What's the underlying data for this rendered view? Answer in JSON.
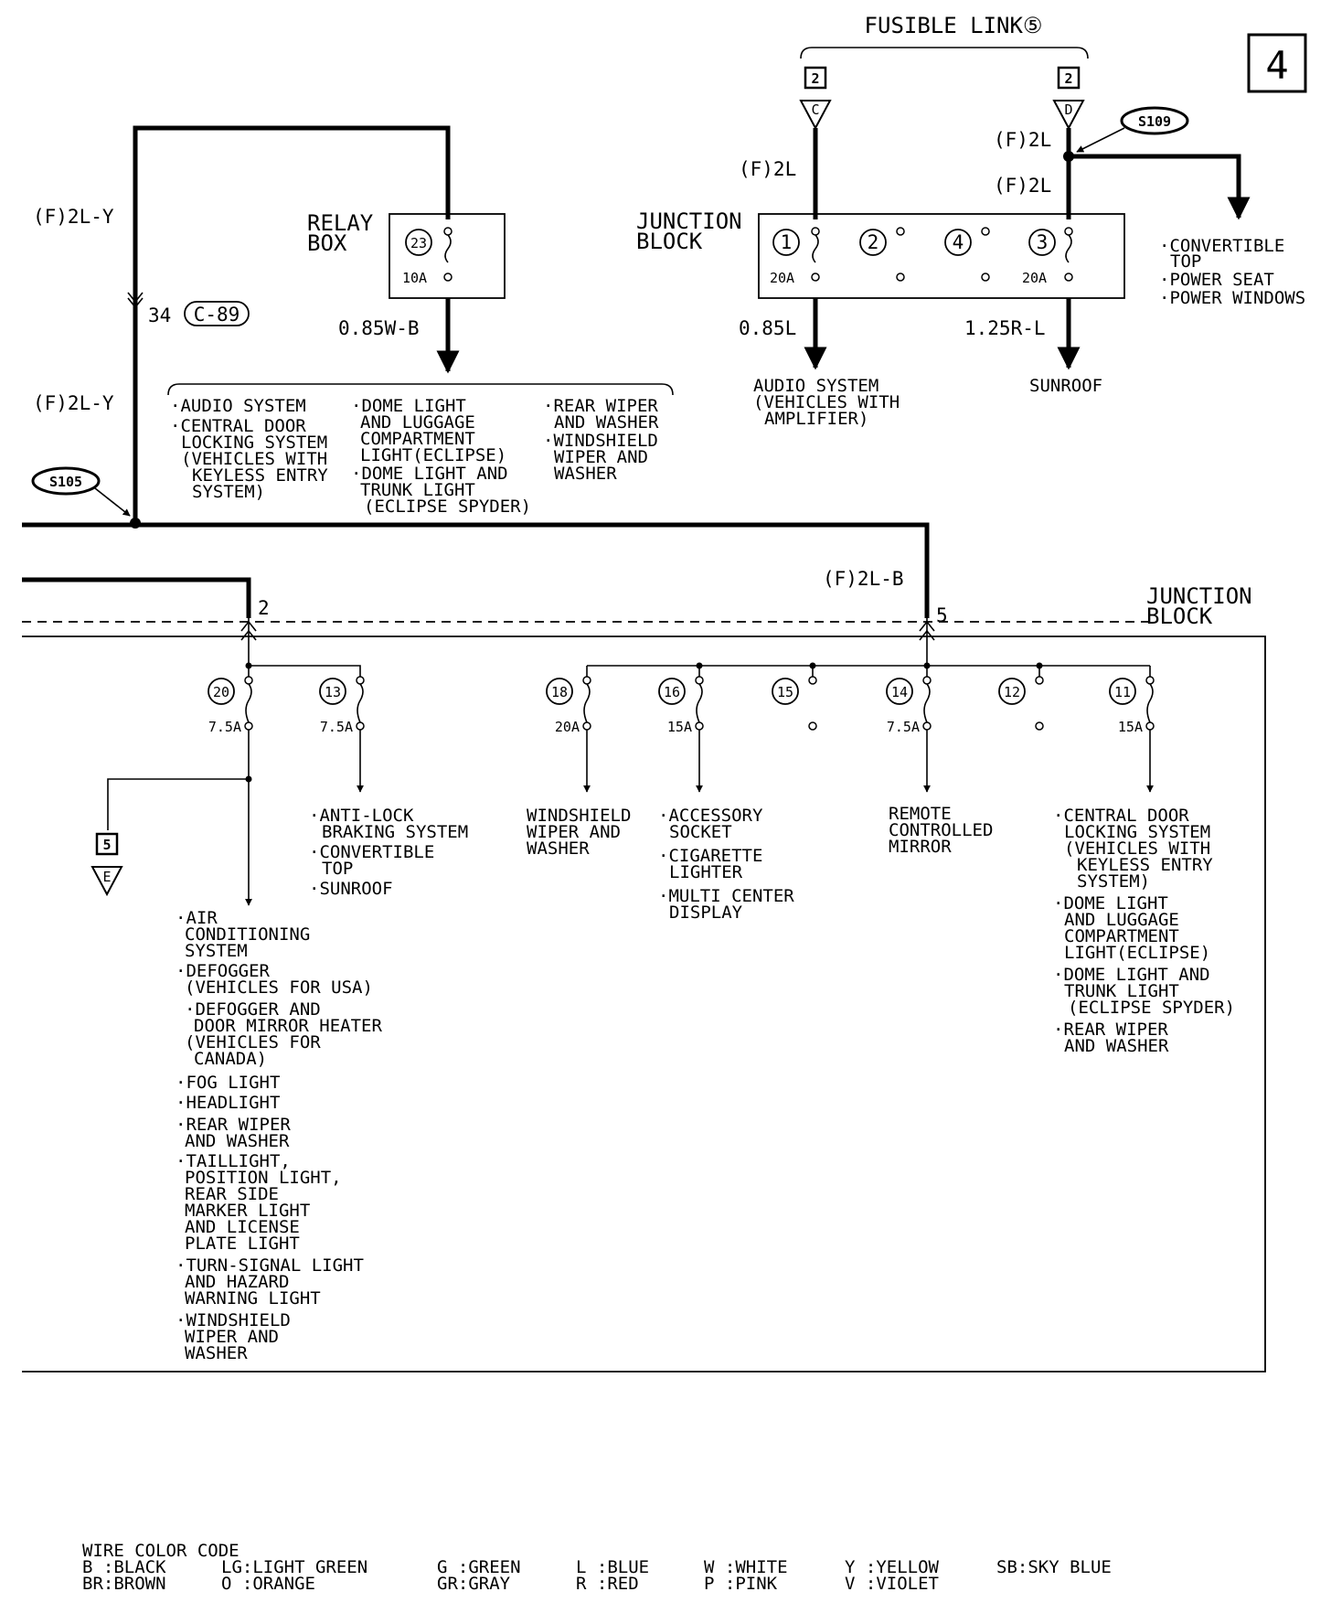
{
  "page_number": "4",
  "fusible_link": {
    "label": "FUSIBLE LINK⑤",
    "c_num": "2",
    "c_letter": "C",
    "d_num": "2",
    "d_letter": "D"
  },
  "splices": {
    "s109": "S109",
    "s105": "S105"
  },
  "connector_ref": {
    "pin": "34",
    "name": "C-89"
  },
  "upper_junction": {
    "title1": "JUNCTION",
    "title2": "BLOCK",
    "fuses": [
      {
        "no": "1",
        "amp": "20A"
      },
      {
        "no": "2",
        "amp": ""
      },
      {
        "no": "4",
        "amp": ""
      },
      {
        "no": "3",
        "amp": "20A"
      }
    ]
  },
  "relay_box": {
    "title1": "RELAY",
    "title2": "BOX",
    "fuse_no": "23",
    "amp": "10A"
  },
  "wires": {
    "left_top": "(F)2L-Y",
    "left_mid": "(F)2L-Y",
    "relay_out": "0.85W-B",
    "fl_c": "(F)2L",
    "fl_d": "(F)2L",
    "fl_d2": "(F)2L",
    "jb_out1": "0.85L",
    "jb_out3": "1.25R-L",
    "main_b": "(F)2L-B"
  },
  "upper_loads": {
    "audio": [
      "AUDIO SYSTEM",
      "(VEHICLES WITH",
      "AMPLIFIER)"
    ],
    "sunroof": "SUNROOF",
    "convertible": [
      "·CONVERTIBLE",
      "TOP",
      "·POWER SEAT",
      "·POWER WINDOWS"
    ]
  },
  "relay_loads": {
    "col1": [
      "·AUDIO SYSTEM",
      "·CENTRAL DOOR",
      "LOCKING SYSTEM",
      "(VEHICLES WITH",
      "KEYLESS ENTRY",
      "SYSTEM)"
    ],
    "col2": [
      "·DOME LIGHT",
      "AND LUGGAGE",
      "COMPARTMENT",
      "LIGHT(ECLIPSE)",
      "·DOME LIGHT AND",
      "TRUNK LIGHT",
      "(ECLIPSE SPYDER)"
    ],
    "col3": [
      "·REAR WIPER",
      "AND WASHER",
      "·WINDSHIELD",
      "WIPER AND",
      "WASHER"
    ]
  },
  "lower_junction": {
    "title1": "JUNCTION",
    "title2": "BLOCK",
    "term_left": "2",
    "term_right": "5",
    "fuses": [
      {
        "no": "20",
        "amp": "7.5A"
      },
      {
        "no": "13",
        "amp": "7.5A"
      },
      {
        "no": "18",
        "amp": "20A"
      },
      {
        "no": "16",
        "amp": "15A"
      },
      {
        "no": "15",
        "amp": ""
      },
      {
        "no": "14",
        "amp": "7.5A"
      },
      {
        "no": "12",
        "amp": ""
      },
      {
        "no": "11",
        "amp": "15A"
      }
    ]
  },
  "connector_e": {
    "num": "5",
    "letter": "E"
  },
  "lower_loads": {
    "f20": [
      "·AIR",
      "CONDITIONING",
      "SYSTEM",
      "·DEFOGGER",
      "(VEHICLES FOR USA)",
      "·DEFOGGER AND",
      "DOOR MIRROR HEATER",
      "(VEHICLES FOR",
      "CANADA)",
      "·FOG LIGHT",
      "·HEADLIGHT",
      "·REAR WIPER",
      "AND WASHER",
      "·TAILLIGHT,",
      "POSITION LIGHT,",
      "REAR SIDE",
      "MARKER LIGHT",
      "AND LICENSE",
      "PLATE LIGHT",
      "·TURN-SIGNAL LIGHT",
      "AND HAZARD",
      "WARNING LIGHT",
      "·WINDSHIELD",
      "WIPER AND",
      "WASHER"
    ],
    "f13": [
      "·ANTI-LOCK",
      "BRAKING SYSTEM",
      "·CONVERTIBLE",
      "TOP",
      "·SUNROOF"
    ],
    "f18": [
      "WINDSHIELD",
      "WIPER AND",
      "WASHER"
    ],
    "f16": [
      "·ACCESSORY",
      "SOCKET",
      "·CIGARETTE",
      "LIGHTER",
      "·MULTI CENTER",
      "DISPLAY"
    ],
    "f14": [
      "REMOTE",
      "CONTROLLED",
      "MIRROR"
    ],
    "f11": [
      "·CENTRAL DOOR",
      "LOCKING SYSTEM",
      "(VEHICLES WITH",
      "KEYLESS ENTRY",
      "SYSTEM)",
      "·DOME LIGHT",
      "AND LUGGAGE",
      "COMPARTMENT",
      "LIGHT(ECLIPSE)",
      "·DOME LIGHT AND",
      "TRUNK LIGHT",
      "(ECLIPSE SPYDER)",
      "·REAR WIPER",
      "AND WASHER"
    ]
  },
  "color_code": {
    "title": "WIRE COLOR CODE",
    "row1": [
      "B :BLACK",
      "LG:LIGHT GREEN",
      "G :GREEN",
      "L :BLUE",
      "W :WHITE",
      "Y :YELLOW",
      "SB:SKY BLUE"
    ],
    "row2": [
      "BR:BROWN",
      "O :ORANGE",
      "GR:GRAY",
      "R :RED",
      "P :PINK",
      "V :VIOLET"
    ]
  }
}
